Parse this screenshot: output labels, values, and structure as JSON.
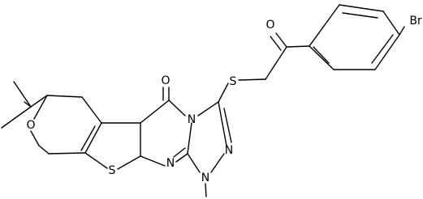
{
  "molecule": {
    "atom_labels": {
      "carbonyl_oxygen": "O",
      "ketone_oxygen": "O",
      "bromine": "Br",
      "thioether_sulfur": "S",
      "thiophene_sulfur": "S",
      "pyran_oxygen": "O",
      "pyrimidine_nitrogen_bridge": "N",
      "pyrimidine_nitrogen": "N",
      "triazole_nitrogen_n1": "N",
      "triazole_nitrogen_n2": "N"
    },
    "colors": {
      "bond": "#000000",
      "text": "#000000",
      "background": "#ffffff"
    }
  }
}
